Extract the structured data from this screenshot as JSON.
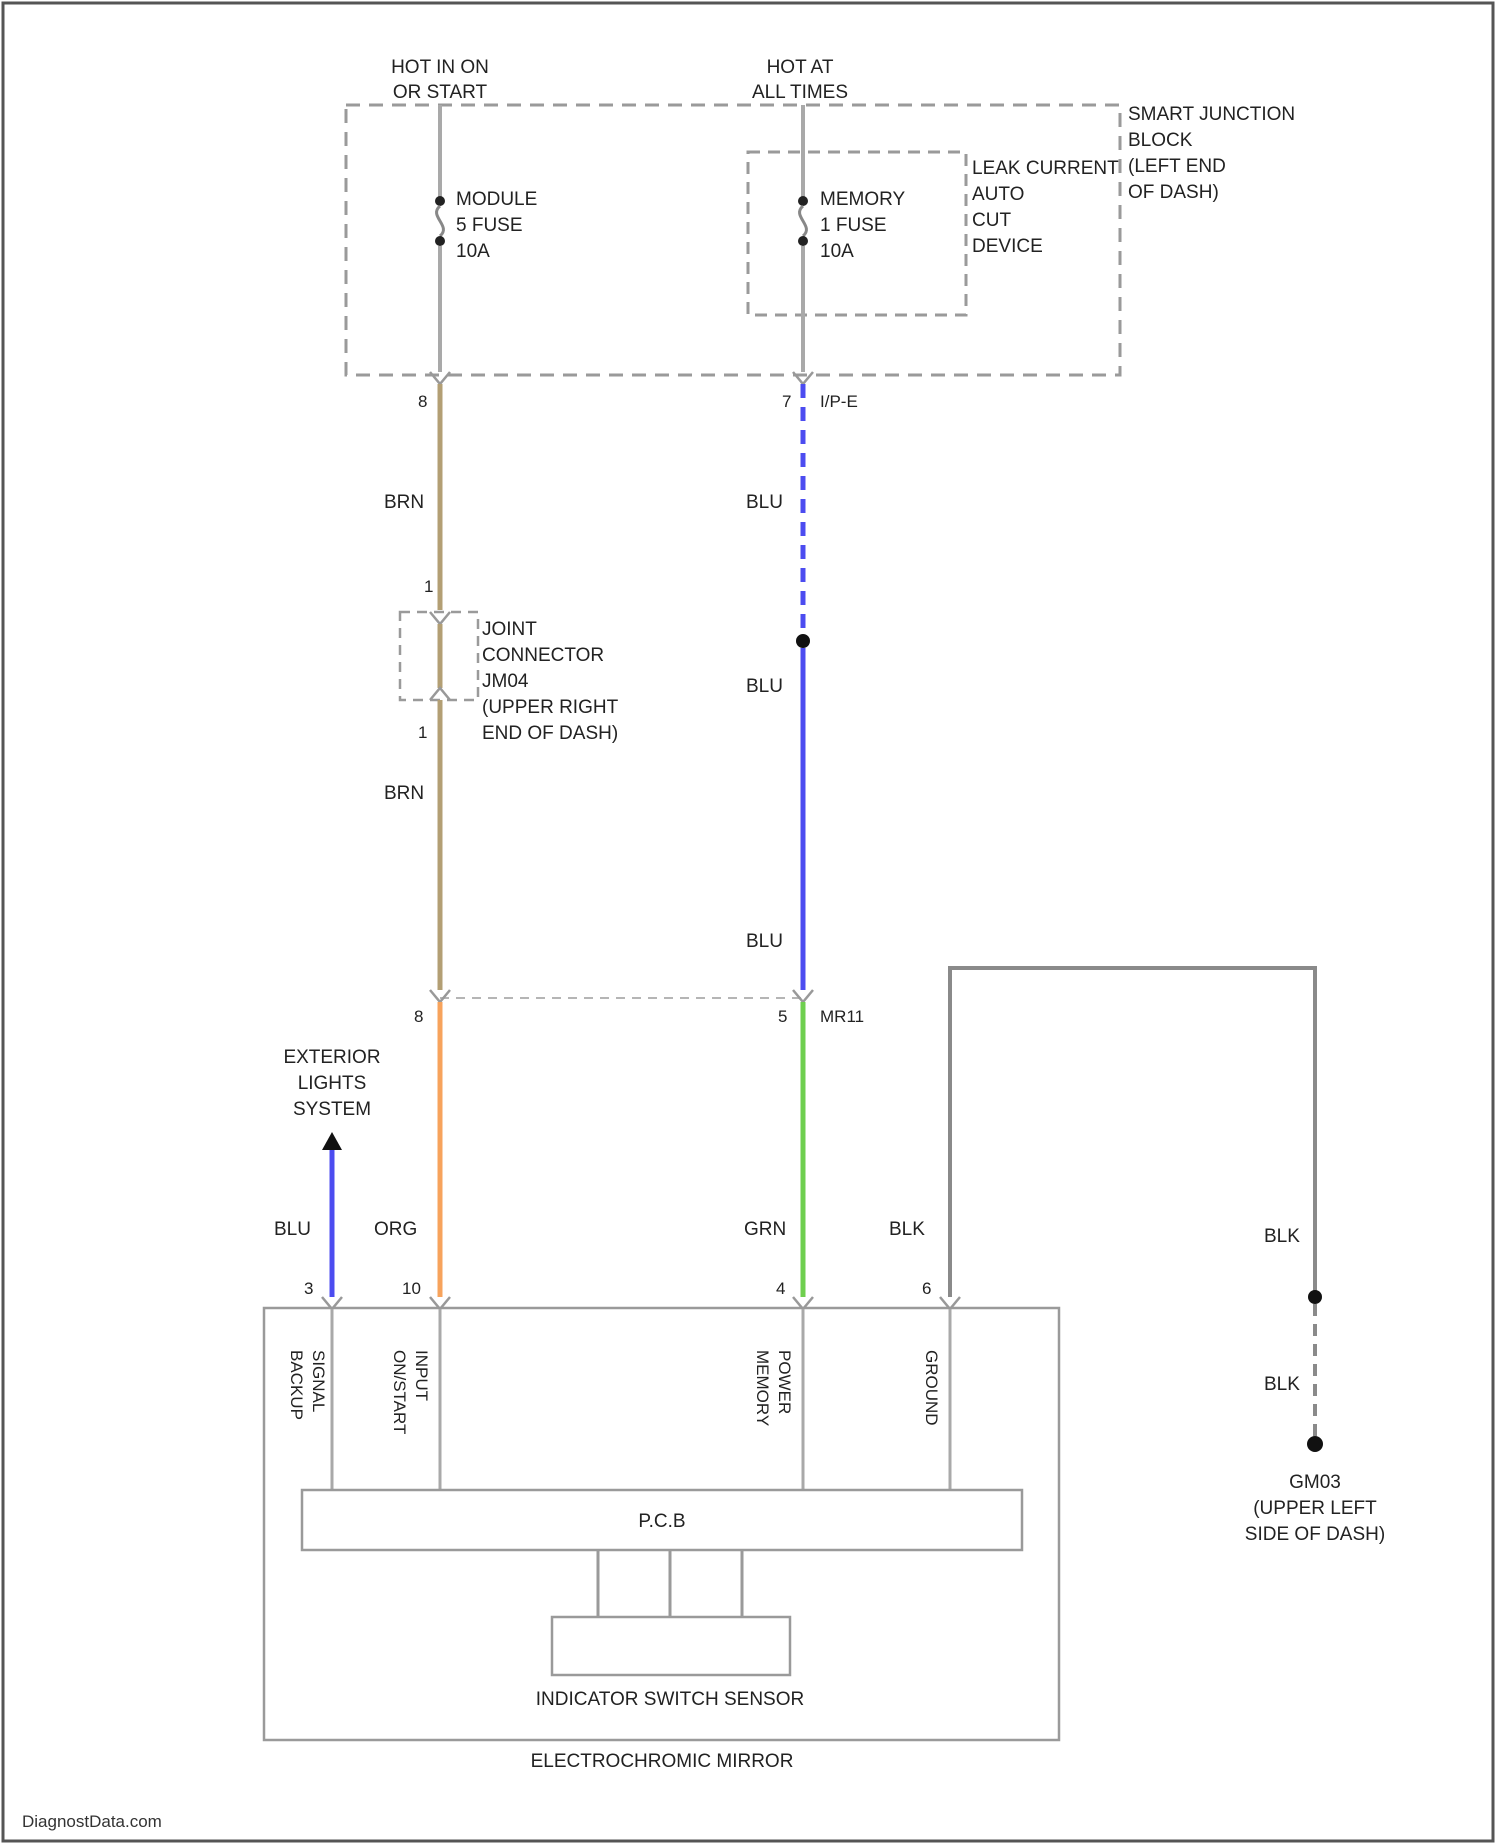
{
  "sources": {
    "left": [
      "HOT IN ON",
      "OR START"
    ],
    "right": [
      "HOT AT",
      "ALL TIMES"
    ]
  },
  "smart_junction_block": [
    "SMART JUNCTION",
    "BLOCK",
    "(LEFT END",
    "OF DASH)"
  ],
  "leak_current_device": [
    "LEAK CURRENT",
    "AUTO",
    "CUT",
    "DEVICE"
  ],
  "fuses": {
    "module": [
      "MODULE",
      "5 FUSE",
      "10A"
    ],
    "memory": [
      "MEMORY",
      "1 FUSE",
      "10A"
    ]
  },
  "connectors": {
    "sjb_left_pin": "8",
    "sjb_right_pin": "7",
    "sjb_right_id": "I/P-E",
    "joint_top_pin": "1",
    "joint_bottom_pin": "1",
    "joint_label": [
      "JOINT",
      "CONNECTOR",
      "JM04",
      "(UPPER RIGHT",
      "END OF DASH)"
    ],
    "mr_left_pin": "8",
    "mr_right_pin": "5",
    "mr_id": "MR11"
  },
  "wires": {
    "brn_upper": "BRN",
    "brn_lower": "BRN",
    "blu_upper": "BLU",
    "blu_mid": "BLU",
    "blu_lower": "BLU",
    "blu_ext": "BLU",
    "org": "ORG",
    "grn": "GRN",
    "blk_mirror": "BLK",
    "blk_ground_upper": "BLK",
    "blk_ground_lower": "BLK"
  },
  "exterior": [
    "EXTERIOR",
    "LIGHTS",
    "SYSTEM"
  ],
  "mirror_pins": {
    "backup": "3",
    "onstart": "10",
    "memory": "4",
    "ground": "6"
  },
  "mirror_inputs": {
    "backup": [
      "BACKUP",
      "SIGNAL"
    ],
    "onstart": [
      "ON/START",
      "INPUT"
    ],
    "memory": [
      "MEMORY",
      "POWER"
    ],
    "ground": [
      "GROUND"
    ]
  },
  "pcb_label": "P.C.B",
  "sensor_label": "INDICATOR SWITCH SENSOR",
  "mirror_label": "ELECTROCHROMIC MIRROR",
  "ground_point": [
    "GM03",
    "(UPPER LEFT",
    "SIDE OF DASH)"
  ],
  "watermark": "DiagnostData.com",
  "colors": {
    "brn": "#b39f74",
    "blu": "#4c4cf0",
    "org": "#f7a35c",
    "grn": "#6fcf4f",
    "blk": "#8a8a8a",
    "power": "#a9a9a9"
  }
}
